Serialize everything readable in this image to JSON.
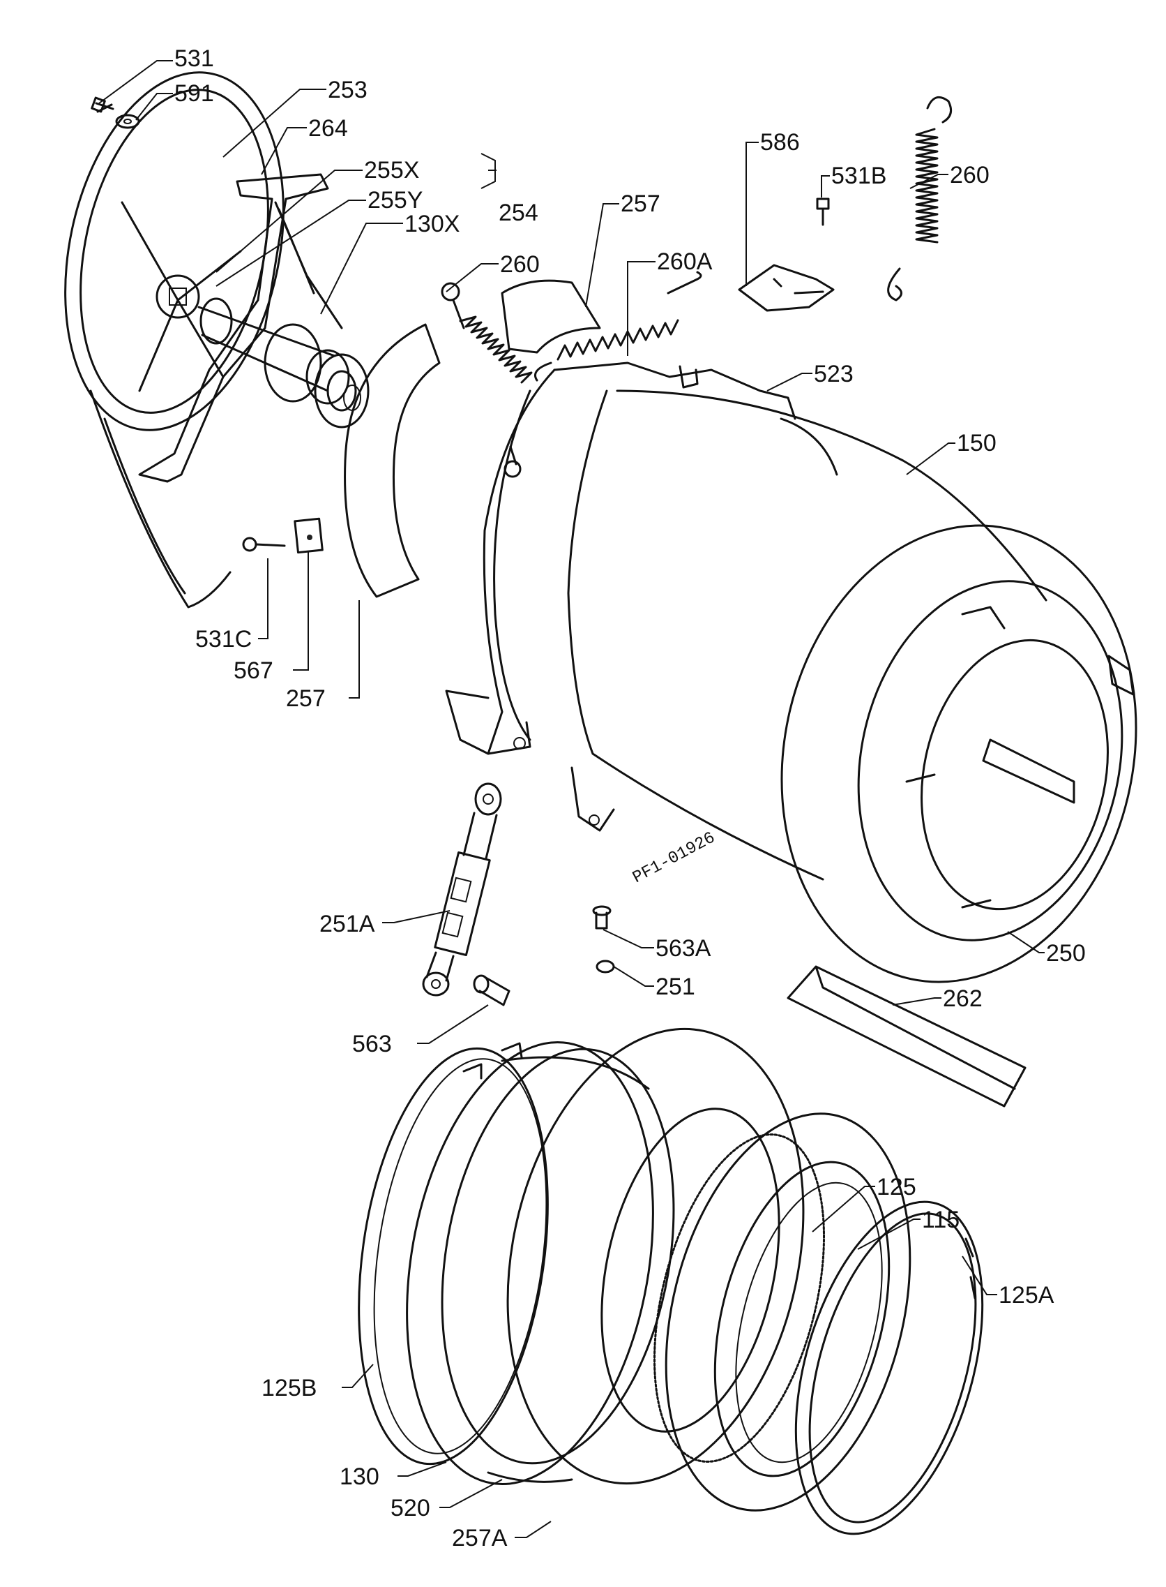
{
  "diagram": {
    "drawing_code": "PF1-01926",
    "labels": {
      "l531": "531",
      "l591": "591",
      "l253": "253",
      "l264": "264",
      "l255x": "255X",
      "l255y": "255Y",
      "l130x": "130X",
      "l254": "254",
      "l260a": "260",
      "l257a": "257",
      "l260A": "260A",
      "l586": "586",
      "l531b": "531B",
      "l260b": "260",
      "l523": "523",
      "l150": "150",
      "l531c": "531C",
      "l567": "567",
      "l257b": "257",
      "l251A": "251A",
      "l563A": "563A",
      "l251": "251",
      "l250": "250",
      "l262": "262",
      "l563": "563",
      "l125": "125",
      "l115": "115",
      "l125A": "125A",
      "l125B": "125B",
      "l130": "130",
      "l520": "520",
      "l257A": "257A"
    }
  },
  "colors": {
    "ink": "#111111",
    "paper": "#ffffff"
  }
}
